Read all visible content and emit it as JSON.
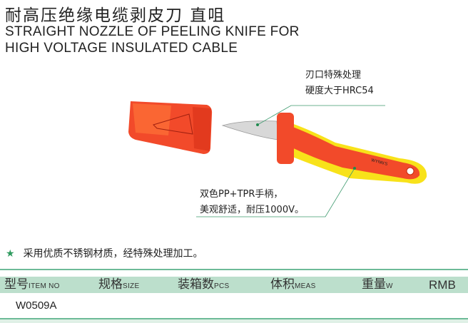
{
  "title_cn": "耐高压绝缘电缆剥皮刀 直咀",
  "title_en_line1": "STRAIGHT NOZZLE OF PEELING KNIFE FOR",
  "title_en_line2": "HIGH VOLTAGE INSULATED CABLE",
  "callouts": [
    {
      "line1": "刃口特殊处理",
      "line2": "硬度大于HRC54"
    },
    {
      "line1": "双色PP+TPR手柄，",
      "line2": "美观舒适，耐压1000V。"
    }
  ],
  "feature": {
    "icon": "star-icon",
    "text": "采用优质不锈钢材质，经特殊处理加工。"
  },
  "table": {
    "headers": [
      {
        "cn": "型号",
        "en": "ITEM NO"
      },
      {
        "cn": "规格",
        "en": "SIZE"
      },
      {
        "cn": "装箱数",
        "en": "PCS"
      },
      {
        "cn": "体积",
        "en": "MEAS"
      },
      {
        "cn": "重量",
        "en": "W"
      },
      {
        "cn": "",
        "en": "RMB"
      }
    ],
    "rows": [
      [
        "W0509A",
        "",
        "",
        "",
        "",
        ""
      ]
    ]
  },
  "colors": {
    "accent": "#6dbb98",
    "header_bg": "#bcdfcc",
    "handle_red": "#f24a2a",
    "handle_yellow": "#f8e21a"
  }
}
